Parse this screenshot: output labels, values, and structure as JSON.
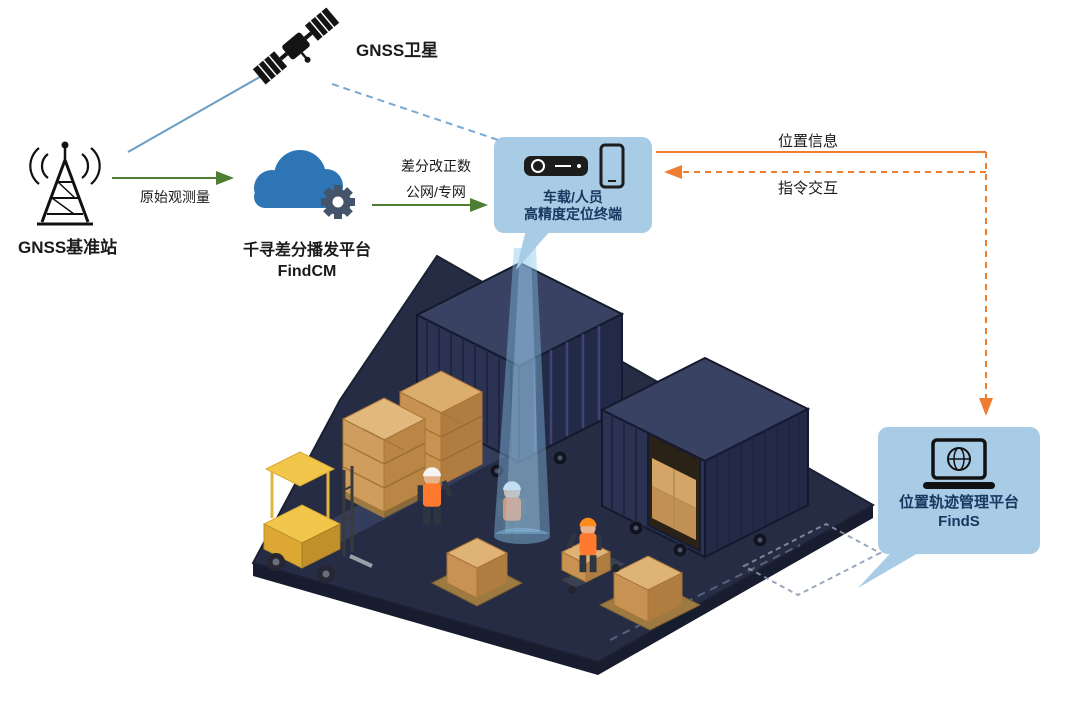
{
  "nodes": {
    "satellite": {
      "label": "GNSS卫星"
    },
    "base_station": {
      "label": "GNSS基准站"
    },
    "cloud_platform": {
      "name": "千寻差分播发平台",
      "product": "FindCM"
    },
    "terminal": {
      "line1": "车载/人员",
      "line2": "高精度定位终端"
    },
    "management_platform": {
      "name": "位置轨迹管理平台",
      "product": "FindS"
    }
  },
  "edges": {
    "raw_observation": {
      "label": "原始观测量"
    },
    "correction": {
      "line1": "差分改正数",
      "line2": "公网/专网"
    },
    "position_info": {
      "label": "位置信息"
    },
    "command_interaction": {
      "label": "指令交互"
    }
  },
  "icons": {
    "satellite": "satellite-icon",
    "base_station": "radio-tower-icon",
    "cloud_platform": "cloud-gear-icon",
    "terminal": "receiver-and-phone-icon",
    "management_platform": "laptop-globe-icon"
  },
  "colors": {
    "green_arrow": "#4e7e32",
    "orange_arrow": "#ee7d31",
    "blue_link": "#74a9d8",
    "panel_bg": "#a9cce6",
    "panel_text": "#17375e",
    "cloud_blue": "#2e75b6",
    "gear_blue": "#44546a",
    "platform_navy": "#262c44",
    "container_navy": "#2b3252",
    "box_tan": "#d9a968",
    "forklift_yellow": "#f2c64b",
    "beam_blue": "#8fc3ea"
  }
}
